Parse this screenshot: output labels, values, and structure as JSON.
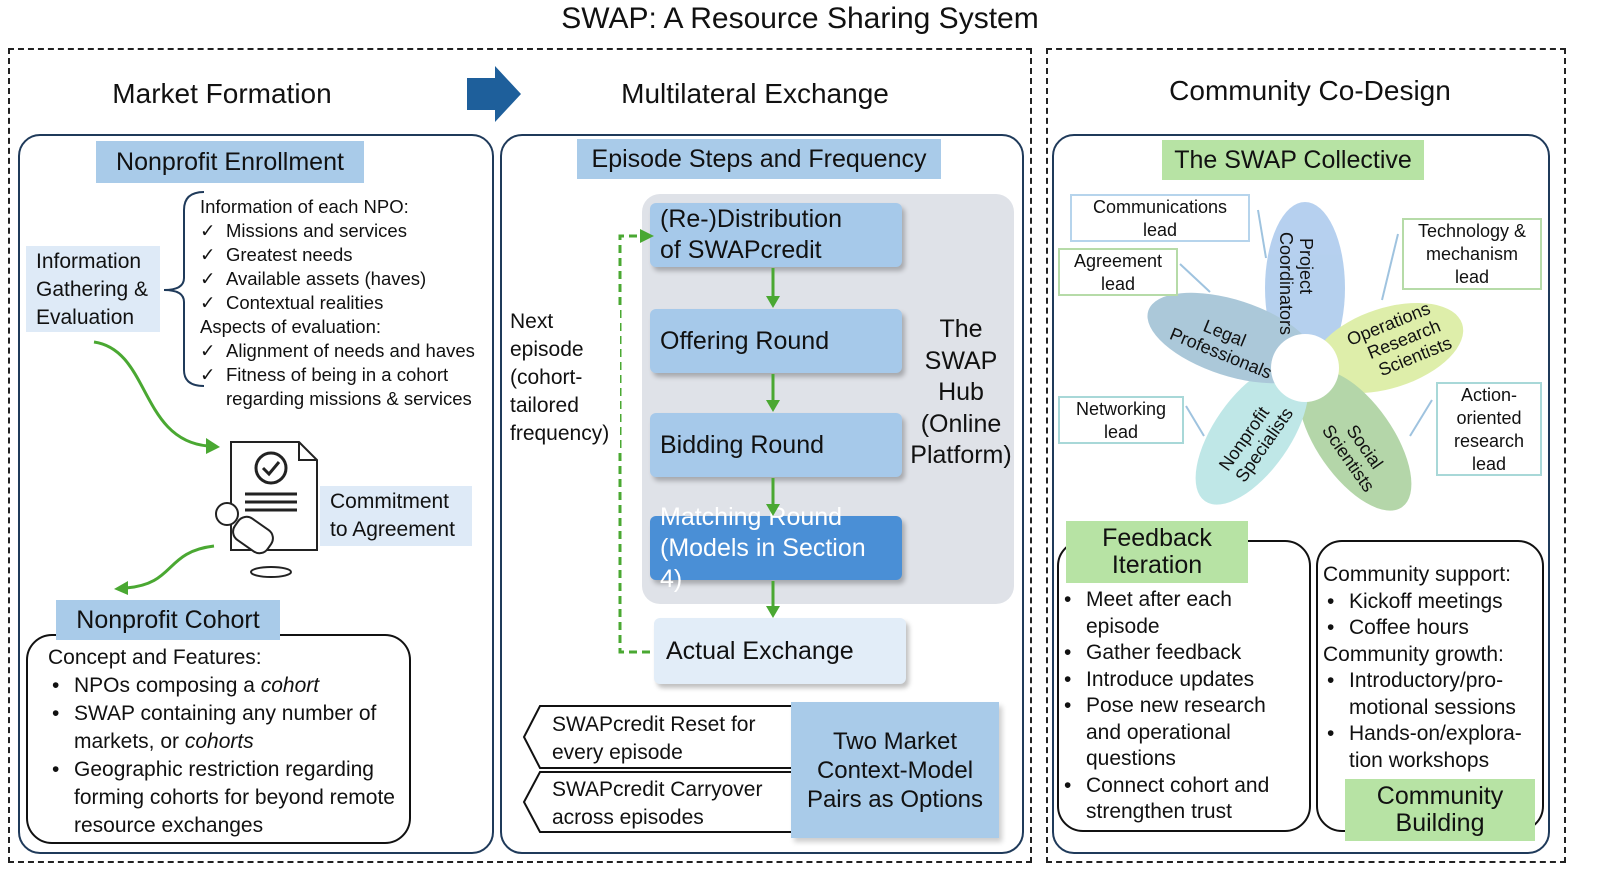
{
  "title": "SWAP: A Resource Sharing System",
  "colors": {
    "blue_header": "#a9cbe9",
    "green_header": "#b7e3a4",
    "arrow_green": "#4aa832",
    "arrow_blue": "#1e5f9b",
    "panel_border": "#1f3a5a"
  },
  "market_formation": {
    "title": "Market Formation",
    "enrollment_header": "Nonprofit Enrollment",
    "info_label_lines": [
      "Information",
      "Gathering &",
      "Evaluation"
    ],
    "info_heading": "Information of each NPO:",
    "info_items": [
      "Missions and services",
      "Greatest needs",
      "Available assets (haves)",
      "Contextual realities"
    ],
    "eval_heading": "Aspects of evaluation:",
    "eval_items": [
      "Alignment of needs and haves",
      "Fitness of being in a cohort"
    ],
    "eval_continuation": "regarding missions & services",
    "commitment_lines": [
      "Commitment",
      "to Agreement"
    ],
    "document_icon": "signed-document-with-stamp-icon",
    "cohort_header": "Nonprofit Cohort",
    "concept_heading": "Concept and Features:",
    "concept_items": [
      {
        "pre": "NPOs composing a ",
        "em": "cohort",
        "post": ""
      },
      {
        "pre": "SWAP containing any number of markets, or ",
        "em": "cohorts",
        "post": ""
      },
      {
        "pre": "Geographic restriction regarding forming cohorts for beyond remote resource exchanges",
        "em": "",
        "post": ""
      }
    ]
  },
  "multilateral_exchange": {
    "title": "Multilateral Exchange",
    "episode_header": "Episode Steps and Frequency",
    "steps": [
      {
        "lines": [
          "(Re-)Distribution",
          "of SWAPcredit"
        ]
      },
      {
        "lines": [
          "Offering Round"
        ]
      },
      {
        "lines": [
          "Bidding Round"
        ]
      },
      {
        "lines": [
          "Matching Round",
          "(Models in Section 4)"
        ]
      },
      {
        "lines": [
          "Actual Exchange"
        ]
      }
    ],
    "hub_lines": [
      "The",
      "SWAP",
      "Hub",
      "(Online",
      "Platform)"
    ],
    "next_episode_lines": [
      "Next",
      "episode",
      "(cohort-",
      "tailored",
      "frequency)"
    ],
    "options": [
      {
        "lines": [
          "SWAPcredit Reset for",
          "every episode"
        ]
      },
      {
        "lines": [
          "SWAPcredit Carryover",
          "across episodes"
        ]
      }
    ],
    "options_label_lines": [
      "Two Market",
      "Context-Model",
      "Pairs as Options"
    ]
  },
  "community_codesign": {
    "title": "Community Co-Design",
    "collective_header": "The SWAP Collective",
    "roles": [
      {
        "lines": [
          "Communications",
          "lead"
        ]
      },
      {
        "lines": [
          "Agreement",
          "lead"
        ]
      },
      {
        "lines": [
          "Technology &",
          "mechanism",
          "lead"
        ]
      },
      {
        "lines": [
          "Networking",
          "lead"
        ]
      },
      {
        "lines": [
          "Action-",
          "oriented",
          "research",
          "lead"
        ]
      }
    ],
    "petals": [
      {
        "lines": [
          "Project",
          "Coordinators"
        ],
        "color": "#a9c8ec"
      },
      {
        "lines": [
          "Operations",
          "Research",
          "Scientists"
        ],
        "color": "#d9ec9c"
      },
      {
        "lines": [
          "Social",
          "Scientists"
        ],
        "color": "#a7cf9b"
      },
      {
        "lines": [
          "Nonprofit",
          "Specialists"
        ],
        "color": "#b4e3e3"
      },
      {
        "lines": [
          "Legal",
          "Professionals"
        ],
        "color": "#9dbfd3"
      }
    ],
    "feedback_header_lines": [
      "Feedback",
      "Iteration"
    ],
    "feedback_items": [
      [
        "Meet after each",
        "episode"
      ],
      [
        "Gather feedback"
      ],
      [
        "Introduce updates"
      ],
      [
        "Pose new research",
        "and operational",
        "questions"
      ],
      [
        "Connect cohort and",
        "strengthen trust"
      ]
    ],
    "support_heading": "Community support:",
    "support_items": [
      [
        "Kickoff meetings"
      ],
      [
        "Coffee hours"
      ]
    ],
    "growth_heading": "Community growth:",
    "growth_items": [
      [
        "Introductory/pro-",
        "motional sessions"
      ],
      [
        "Hands-on/explora-",
        "tion workshops"
      ]
    ],
    "building_header_lines": [
      "Community",
      "Building"
    ]
  }
}
